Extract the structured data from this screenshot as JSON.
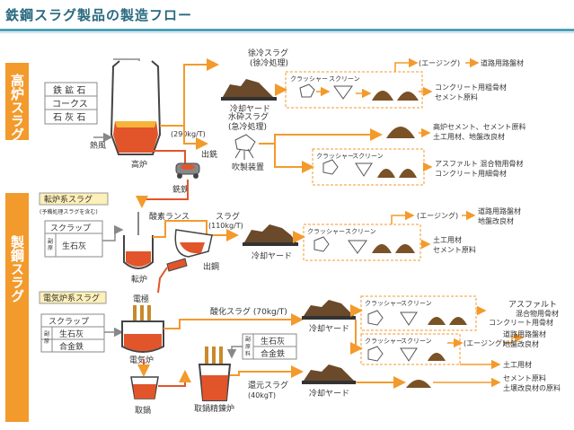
{
  "title": "鉄鋼スラグ製品の製造フロー",
  "colors": {
    "accent": "#f39a2c",
    "title": "#2a6a80",
    "rule": "#4aa0b8",
    "molten": "#e2552a",
    "slag": "#6a4a2a"
  },
  "sections": {
    "blast": "高炉スラグ",
    "steel": "製鋼スラグ"
  },
  "blast": {
    "inputs": [
      "鉄 鉱 石",
      "コークス",
      "石 灰 石"
    ],
    "hot_air": "熱風",
    "furnace": "高炉",
    "rate": "(290kg/T)",
    "iron_out": "出銑",
    "slow_cool": "徐冷スラグ",
    "slow_cool_sub": "(徐冷処理)",
    "cool_yard": "冷却ヤード",
    "granulated": "水砕スラグ",
    "granulated_sub": "(急冷処理)",
    "blower": "吹製装置",
    "crusher": "クラッシャー",
    "screen": "スクリーン",
    "aging": "(エージング)",
    "p1": "道路用路盤材",
    "p2a": "コンクリート用粗骨材",
    "p2b": "セメント原料",
    "p3a": "高炉セメント、セメント原料",
    "p3b": "土工用材、地盤改良材",
    "p4a": "アスファルト 混合物用骨材",
    "p4b": "コンクリート用細骨材"
  },
  "steel": {
    "pig_iron": "銑鉄",
    "converter_slag": "転炉系スラグ",
    "pretreat": "(予備処理スラグを含む)",
    "scrap": "スクラップ",
    "lime": "生石灰",
    "sub_material": "副原料",
    "oxygen": "酸素ランス",
    "converter": "転炉",
    "slag_label": "スラグ",
    "slag_rate": "(110kg/T)",
    "tap": "出鋼",
    "cool_yard": "冷却ヤード",
    "crusher": "クラッシャー",
    "screen": "スクリーン",
    "aging": "(エージング)",
    "p5a": "道路用路盤材",
    "p5b": "地盤改良材",
    "p6a": "土工用材",
    "p6b": "セメント原料",
    "eaf_slag": "電気炉系スラグ",
    "electrode": "電極",
    "scrap2": "スクラップ",
    "lime2": "生石灰",
    "alloy": "合金鉄",
    "eaf": "電気炉",
    "ladle": "取鍋",
    "refiner": "取鍋精錬炉",
    "oxid": "酸化スラグ (70kg/T)",
    "reduce": "還元スラグ",
    "reduce_rate": "(40kgT)",
    "p7a": "アスファルト",
    "p7b": "混合物用骨材",
    "p7c": "コンクリート用骨材",
    "p8a": "道路用路盤材",
    "p8b": "地盤改良材",
    "p9": "土工用材",
    "p10a": "セメント原料",
    "p10b": "土壌改良材の原料"
  }
}
